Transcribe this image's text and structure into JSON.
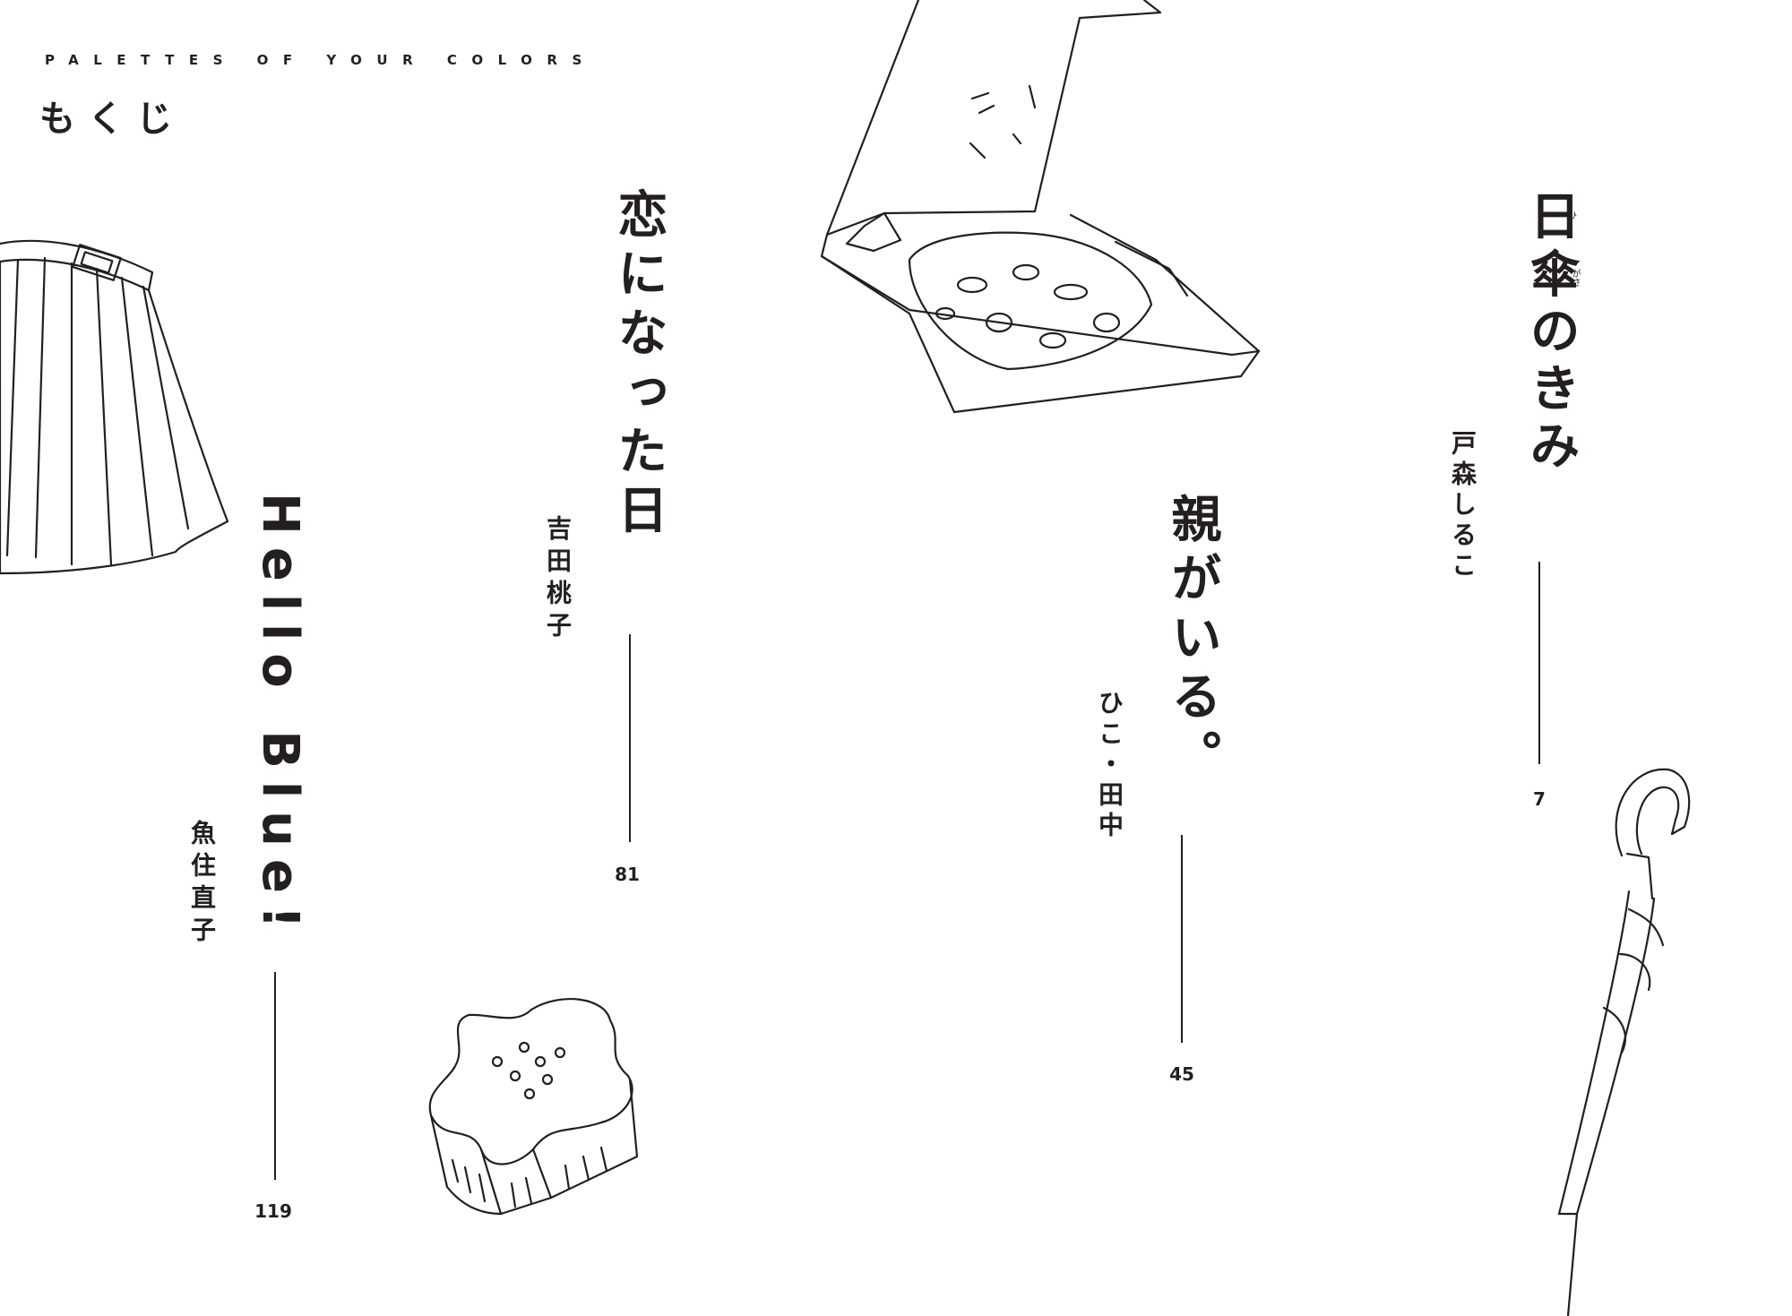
{
  "header": {
    "series": "PALETTES OF YOUR COLORS",
    "toc_label": "もくじ"
  },
  "stories": [
    {
      "title": "日傘のきみ",
      "ruby": [
        "ひ",
        "がさ"
      ],
      "author": "戸森しるこ",
      "page": "7"
    },
    {
      "title": "親がいる。",
      "author": "ひこ・田中",
      "page": "45"
    },
    {
      "title": "恋になった日",
      "author": "吉田桃子",
      "page": "81"
    },
    {
      "title": "Hello Blue!",
      "author": "魚住直子",
      "page": "119"
    }
  ],
  "illustrations": [
    "skirt-illustration",
    "pizza-box-illustration",
    "star-cake-illustration",
    "umbrella-illustration"
  ]
}
